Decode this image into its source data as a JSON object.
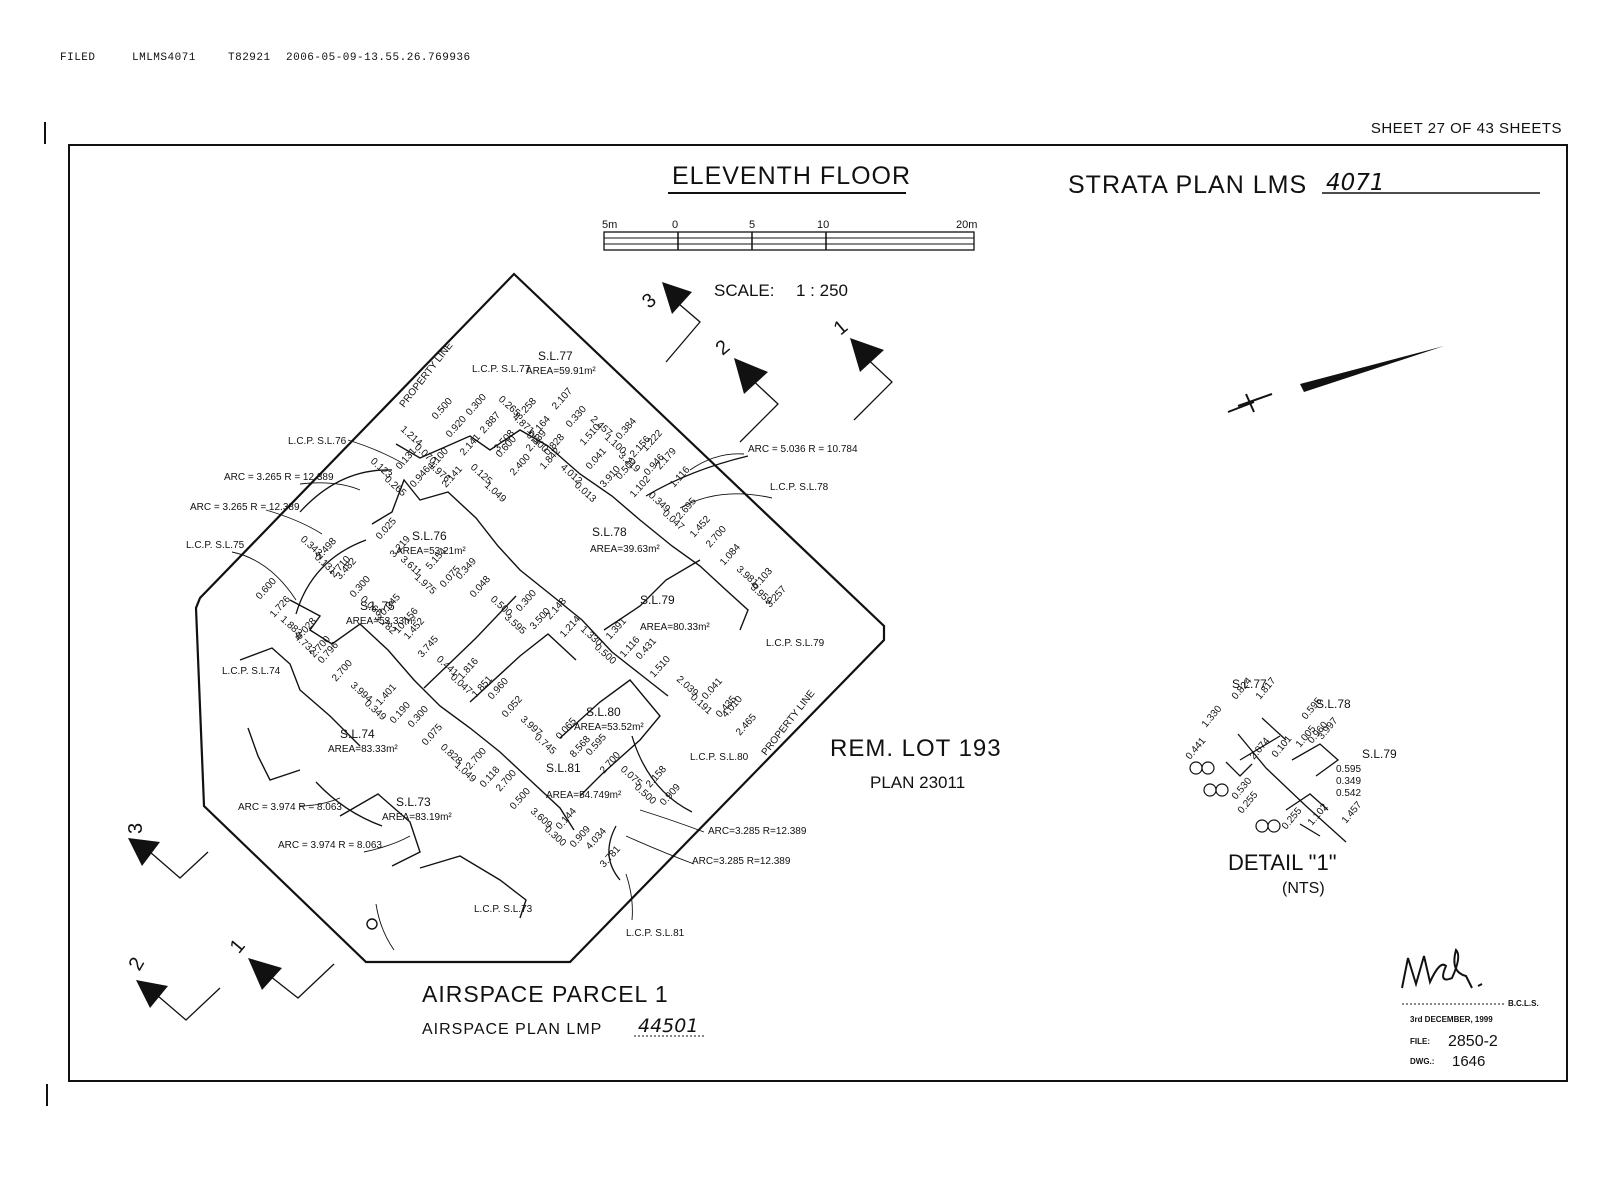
{
  "header": {
    "status": "FILED",
    "plan_ref": "LMLMS4071",
    "doc_no": "T82921",
    "timestamp": "2006-05-09-13.55.26.769936"
  },
  "sheet": {
    "label": "SHEET",
    "number": "27",
    "of_label": "OF",
    "total": "43",
    "suffix": "SHEETS"
  },
  "drawing": {
    "floor_title": "ELEVENTH FLOOR",
    "plan_title_prefix": "STRATA PLAN LMS",
    "plan_number": "4071",
    "scale_label": "SCALE:",
    "scale_value": "1 : 250",
    "scale_ticks": [
      "5m",
      "0",
      "5",
      "10",
      "20m"
    ],
    "section_markers": [
      "1",
      "2",
      "3"
    ],
    "rem_lot": "REM. LOT 193",
    "rem_plan": "PLAN 23011",
    "airspace_parcel": "AIRSPACE PARCEL 1",
    "airspace_plan_prefix": "AIRSPACE PLAN LMP",
    "airspace_plan_number": "44501",
    "property_line": "PROPERTY LINE",
    "detail_title": "DETAIL \"1\"",
    "detail_note": "(NTS)"
  },
  "lots": [
    {
      "name": "S.L.77",
      "area": "AREA=59.91m²"
    },
    {
      "name": "S.L.76",
      "area": "AREA=53.21m²"
    },
    {
      "name": "S.L.78",
      "area": "AREA=39.63m²"
    },
    {
      "name": "S.L.75",
      "area": "AREA=53.33m²"
    },
    {
      "name": "S.L.79",
      "area": "AREA=80.33m²"
    },
    {
      "name": "S.L.80",
      "area": "AREA=53.52m²"
    },
    {
      "name": "S.L.74",
      "area": "AREA=83.33m²"
    },
    {
      "name": "S.L.81",
      "area": "AREA=54.749m²"
    },
    {
      "name": "S.L.73",
      "area": "AREA=83.19m²"
    }
  ],
  "lcp_labels": [
    "L.C.P. S.L.77",
    "L.C.P. S.L.76",
    "L.C.P. S.L.75",
    "L.C.P. S.L.74",
    "L.C.P. S.L.78",
    "L.C.P. S.L.79",
    "L.C.P. S.L.80",
    "L.C.P. S.L.73",
    "L.C.P. S.L.81"
  ],
  "arcs": [
    "ARC = 3.265 R = 12.389",
    "ARC = 3.265 R = 12.389",
    "ARC = 5.036 R = 10.784",
    "ARC = 3.974 R = 8.063",
    "ARC = 3.974 R = 8.063",
    "ARC=3.285 R=12.389",
    "ARC=3.285 R=12.389"
  ],
  "dimensions": [
    "1.214",
    "0.500",
    "0.300",
    "0.265",
    "3.258",
    "2.107",
    "2.457",
    "0.384",
    "1.222",
    "0.123",
    "0.131",
    "1.100",
    "0.125",
    "0.600",
    "2.139",
    "4.012",
    "0.041",
    "0.500",
    "0.349",
    "2.695",
    "2.700",
    "3.981",
    "0.103",
    "0.025",
    "3.611",
    "5.154",
    "0.349",
    "0.500",
    "0.300",
    "2.148",
    "1.330",
    "1.391",
    "0.431",
    "2.039",
    "0.041",
    "4.010",
    "0.343",
    "2.498",
    "3.482",
    "0.066",
    "0.045",
    "1.452",
    "0.441",
    "1.816",
    "0.960",
    "3.997",
    "0.065",
    "0.595",
    "0.075",
    "2.158",
    "0.600",
    "1.883",
    "0.028",
    "0.796",
    "3.994",
    "1.401",
    "0.300",
    "0.828",
    "2.700",
    "2.700",
    "3.609",
    "0.144",
    "4.034",
    "0.070",
    "0.920",
    "2.887",
    "4.871",
    "2.164",
    "0.330",
    "1.100",
    "2.156",
    "2.179",
    "0.265",
    "0.946",
    "2.141",
    "1.049",
    "2.400",
    "1.842",
    "0.013",
    "3.910",
    "1.102",
    "0.047",
    "1.452",
    "1.084",
    "3.959",
    "3.257",
    "3.219",
    "1.975",
    "0.075",
    "0.048",
    "3.595",
    "3.500",
    "1.214",
    "0.500",
    "1.116",
    "1.510",
    "0.191",
    "0.435",
    "2.465",
    "0.131",
    "2.710",
    "0.300",
    "3.782",
    "10.156",
    "3.745",
    "0.047",
    "1.851",
    "0.052",
    "0.745",
    "8.568",
    "2.700",
    "0.500",
    "0.909",
    "1.726",
    "4.732",
    "2.700",
    "2.700",
    "0.349",
    "0.190",
    "0.075",
    "1.049",
    "0.118",
    "0.500",
    "0.300",
    "0.909",
    "3.781",
    "1.976",
    "2.141",
    "3.508",
    "0.300",
    "0.828",
    "1.510",
    "3.219",
    "0.946",
    "1.116"
  ],
  "detail": {
    "lots": [
      "S.L.77",
      "S.L.78",
      "S.L.79"
    ],
    "dims": [
      "0.824",
      "1.817",
      "0.595",
      "1.330",
      "1.005",
      "0.960",
      "3.997",
      "0.441",
      "2.074",
      "0.101",
      "0.595",
      "0.349",
      "0.542",
      "0.530",
      "0.255",
      "0.255",
      "1.102",
      "1.457"
    ]
  },
  "signature": {
    "suffix": "B.C.L.S.",
    "date": "3rd DECEMBER, 1999",
    "file_label": "FILE:",
    "file_value": "2850-2",
    "dwg_label": "DWG.:",
    "dwg_value": "1646"
  }
}
